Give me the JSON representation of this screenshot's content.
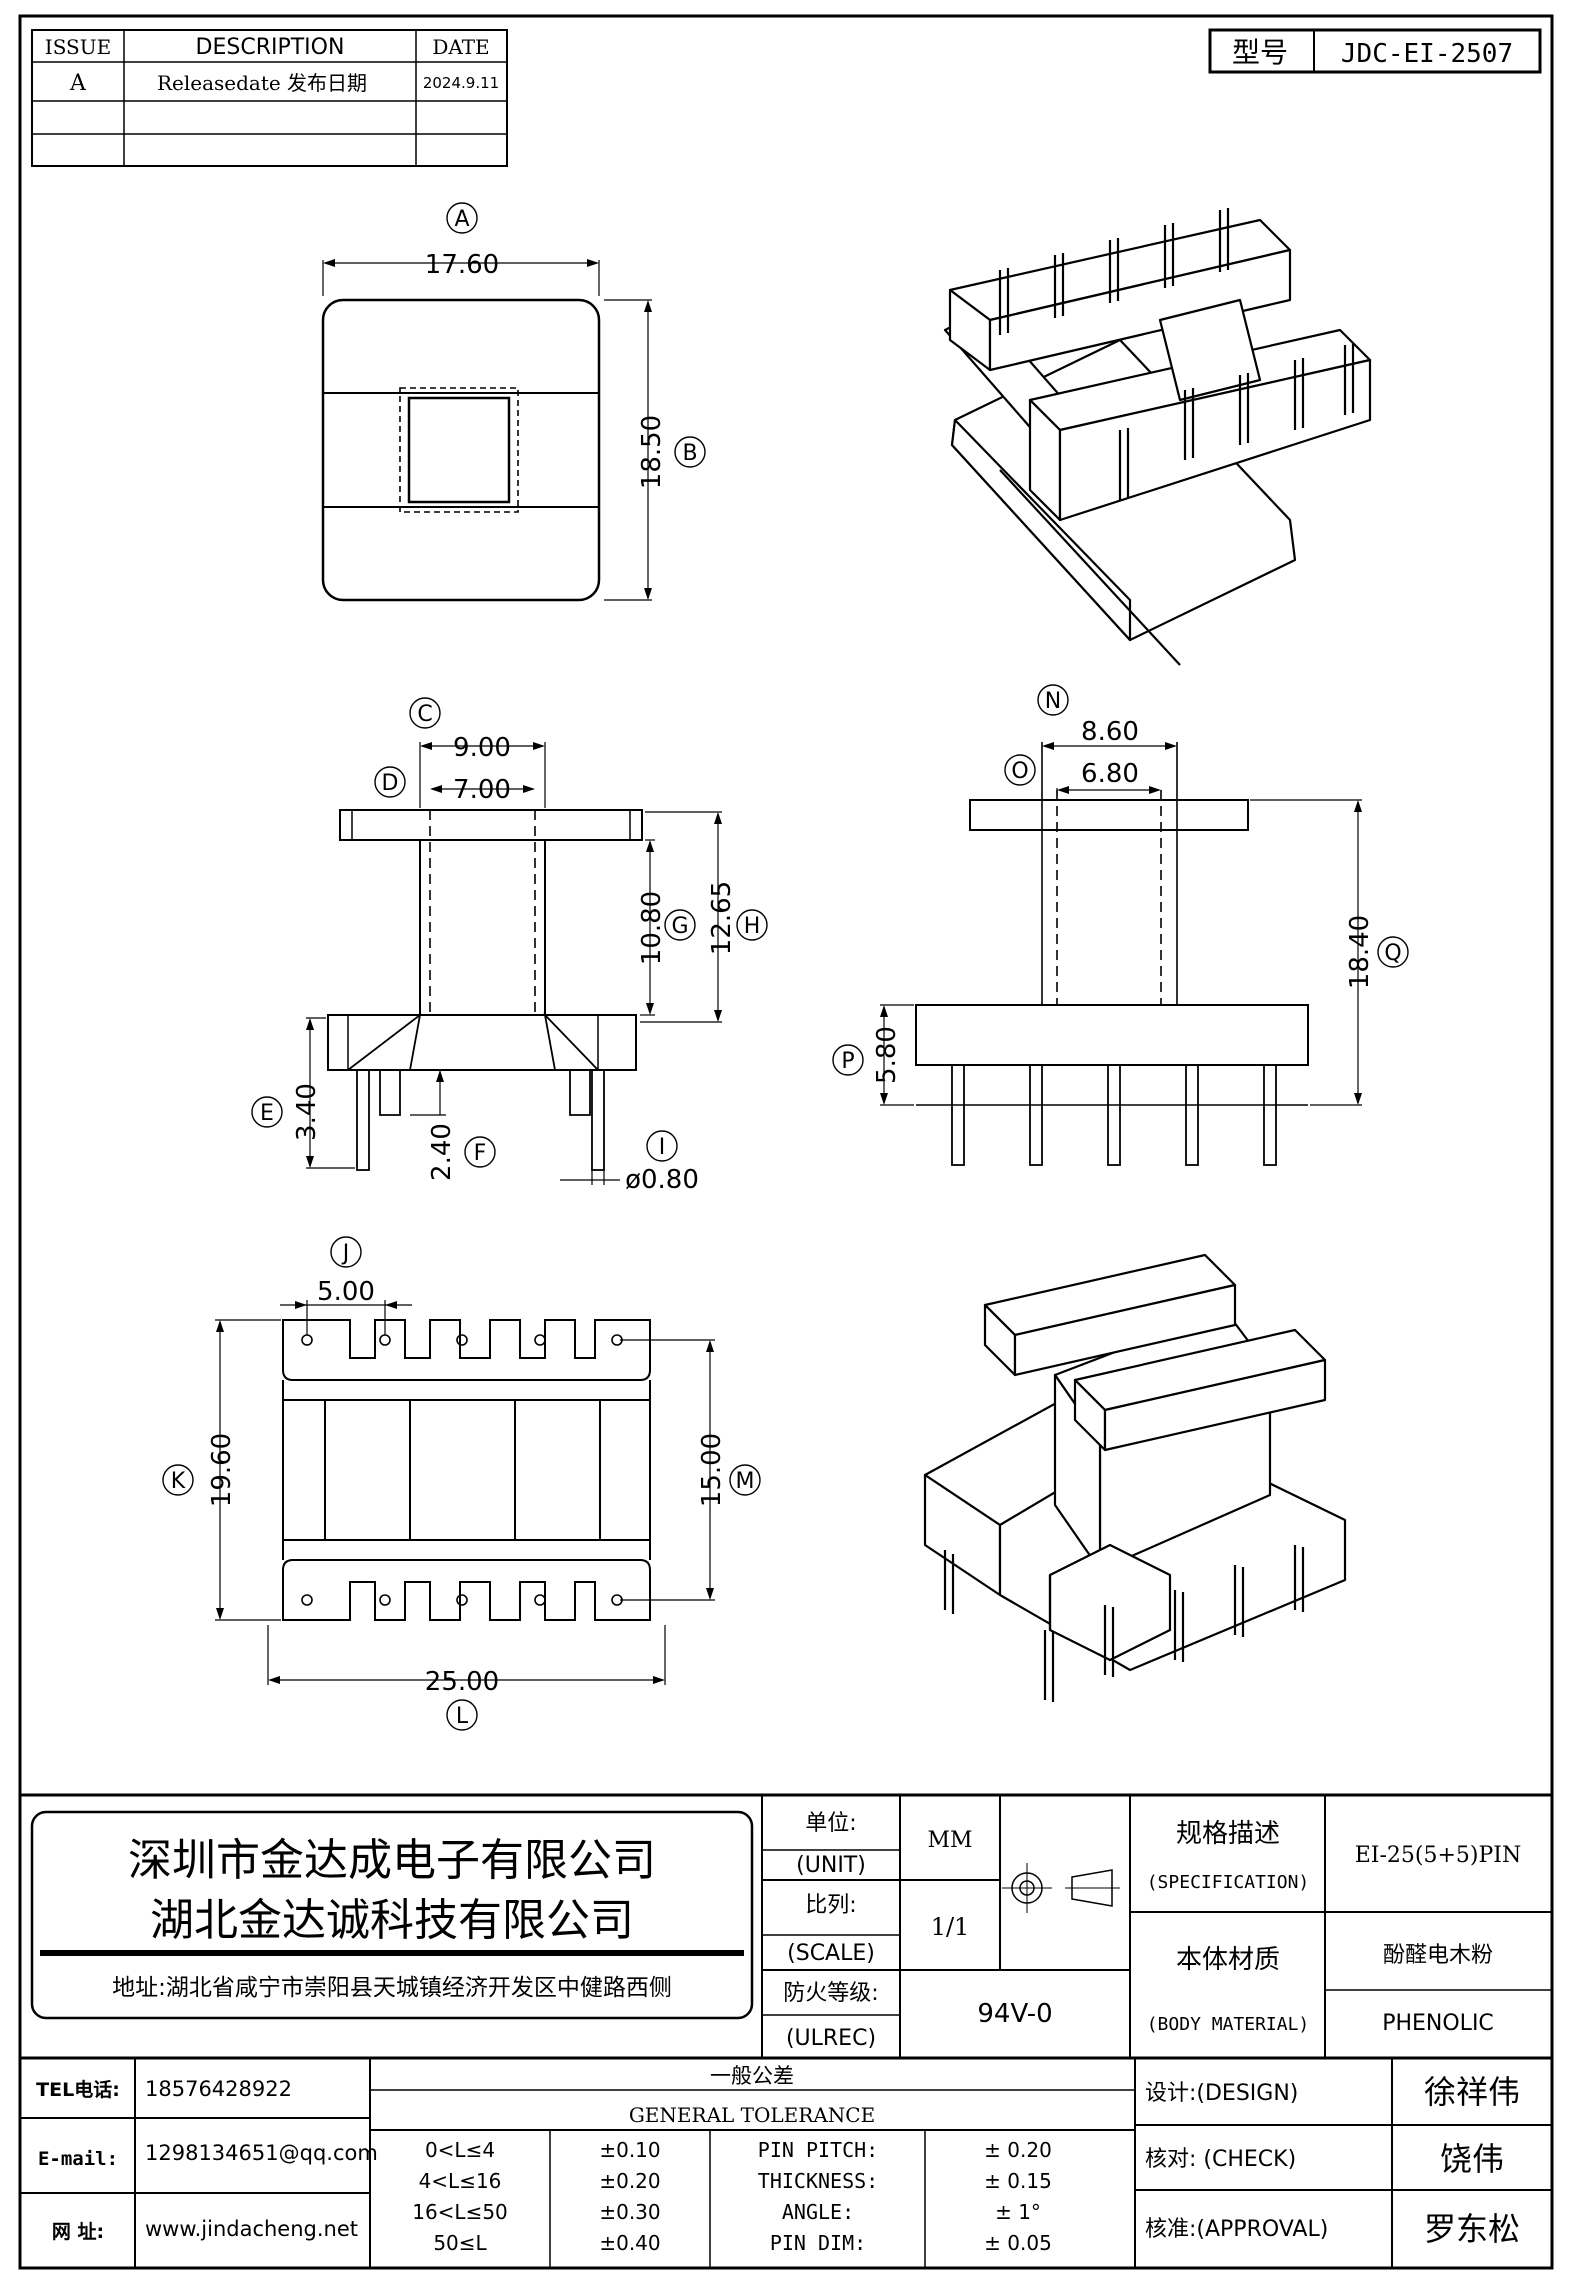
{
  "revision_table": {
    "headers": [
      "ISSUE",
      "DESCRIPTION",
      "DATE"
    ],
    "rows": [
      {
        "issue": "A",
        "description": "Releasedate 发布日期",
        "date": "2024.9.11"
      },
      {
        "issue": "",
        "description": "",
        "date": ""
      },
      {
        "issue": "",
        "description": "",
        "date": ""
      }
    ]
  },
  "model": {
    "label": "型号",
    "value": "JDC-EI-2507"
  },
  "dimensions": {
    "A": {
      "letter": "A",
      "value": "17.60"
    },
    "B": {
      "letter": "B",
      "value": "18.50"
    },
    "C": {
      "letter": "C",
      "value": "9.00"
    },
    "D": {
      "letter": "D",
      "value": "7.00"
    },
    "E": {
      "letter": "E",
      "value": "3.40"
    },
    "F": {
      "letter": "F",
      "value": "2.40"
    },
    "G": {
      "letter": "G",
      "value": "10.80"
    },
    "H": {
      "letter": "H",
      "value": "12.65"
    },
    "I": {
      "letter": "I",
      "value": "ø0.80"
    },
    "J": {
      "letter": "J",
      "value": "5.00"
    },
    "K": {
      "letter": "K",
      "value": "19.60"
    },
    "L": {
      "letter": "L",
      "value": "25.00"
    },
    "M": {
      "letter": "M",
      "value": "15.00"
    },
    "N": {
      "letter": "N",
      "value": "8.60"
    },
    "O": {
      "letter": "O",
      "value": "6.80"
    },
    "P": {
      "letter": "P",
      "value": "5.80"
    },
    "Q": {
      "letter": "Q",
      "value": "18.40"
    }
  },
  "company": {
    "name1": "深圳市金达成电子有限公司",
    "name2": "湖北金达诚科技有限公司",
    "address": "地址:湖北省咸宁市崇阳县天城镇经济开发区中健路西侧"
  },
  "info": {
    "unit_label": "单位:",
    "unit_label_en": "(UNIT)",
    "unit_value": "MM",
    "scale_label": "比列:",
    "scale_label_en": "(SCALE)",
    "scale_value": "1/1",
    "ul_label": "防火等级:",
    "ul_label_en": "(ULREC)",
    "ul_value": "94V-0",
    "spec_label": "规格描述",
    "spec_label_en": "(SPECIFICATION)",
    "spec_value": "EI-25(5+5)PIN",
    "material_label": "本体材质",
    "material_label_en": "(BODY MATERIAL)",
    "material_value": "酚醛电木粉",
    "material_value_en": "PHENOLIC"
  },
  "contact": {
    "tel_label": "TEL电话:",
    "tel": "18576428922",
    "email_label": "E-mail:",
    "email": "1298134651@qq.com",
    "web_label": "网 址:",
    "web": "www.jindacheng.net"
  },
  "tolerance": {
    "title_cn": "一般公差",
    "title_en": "GENERAL TOLERANCE",
    "ranges": [
      {
        "range": "0<L≤4",
        "tol": "±0.10"
      },
      {
        "range": "4<L≤16",
        "tol": "±0.20"
      },
      {
        "range": "16<L≤50",
        "tol": "±0.30"
      },
      {
        "range": "50≤L",
        "tol": "±0.40"
      }
    ],
    "items": [
      {
        "name": "PIN PITCH:",
        "tol": "± 0.20"
      },
      {
        "name": "THICKNESS:",
        "tol": "± 0.15"
      },
      {
        "name": "ANGLE:",
        "tol": "± 1°"
      },
      {
        "name": "PIN DIM:",
        "tol": "± 0.05"
      }
    ]
  },
  "approvals": [
    {
      "label": "设计:(DESIGN)",
      "name": "徐祥伟"
    },
    {
      "label": "核对: (CHECK)",
      "name": "饶伟"
    },
    {
      "label": "核准:(APPROVAL)",
      "name": "罗东松"
    }
  ]
}
